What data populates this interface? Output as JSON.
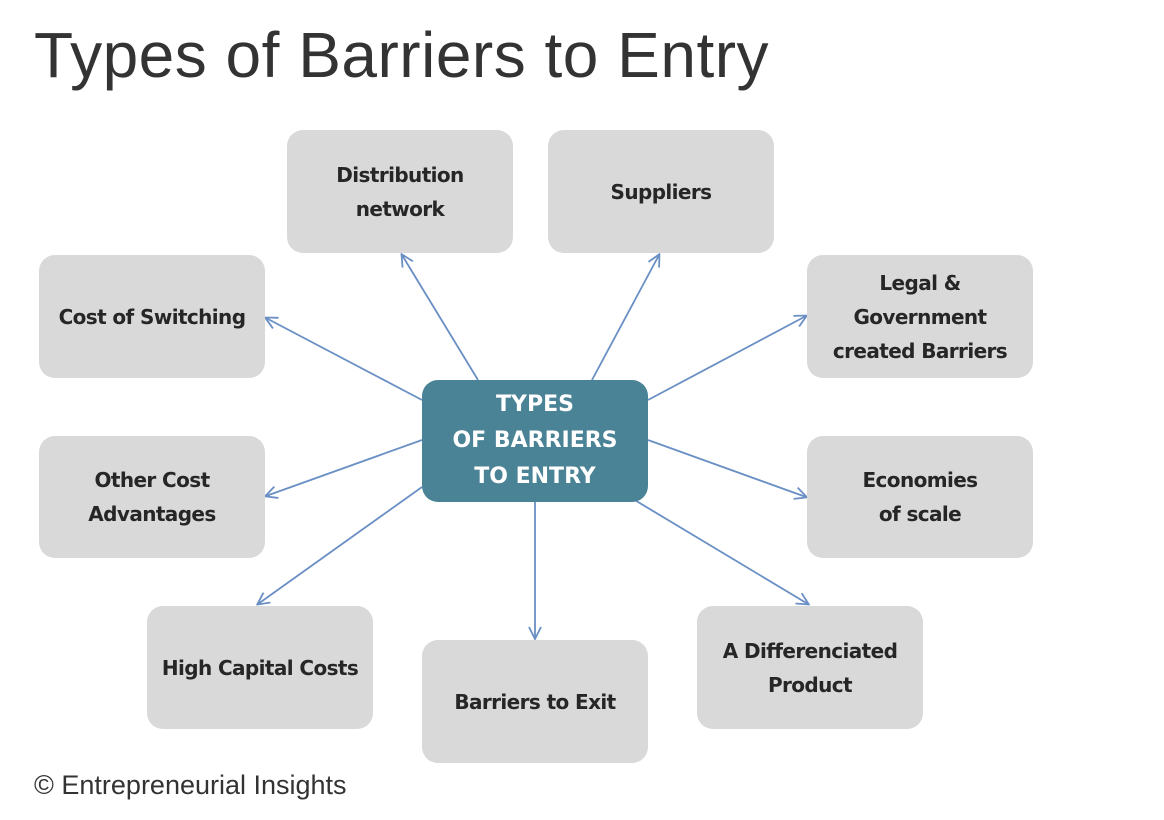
{
  "title": "Types of Barriers to Entry",
  "diagram": {
    "center": "TYPES\nOF BARRIERS\nTO ENTRY",
    "nodes": [
      "Distribution\nnetwork",
      "Suppliers",
      "Cost of Switching",
      "Legal &\nGovernment\ncreated Barriers",
      "Other Cost\nAdvantages",
      "Economies\nof scale",
      "High Capital Costs",
      "Barriers to Exit",
      "A Differenciated\nProduct"
    ],
    "colors": {
      "center_fill": "#4b8396",
      "node_fill": "#d9d9d9",
      "arrow": "#6a8fc4"
    }
  },
  "footer": {
    "credit": "© Entrepreneurial Insights"
  }
}
